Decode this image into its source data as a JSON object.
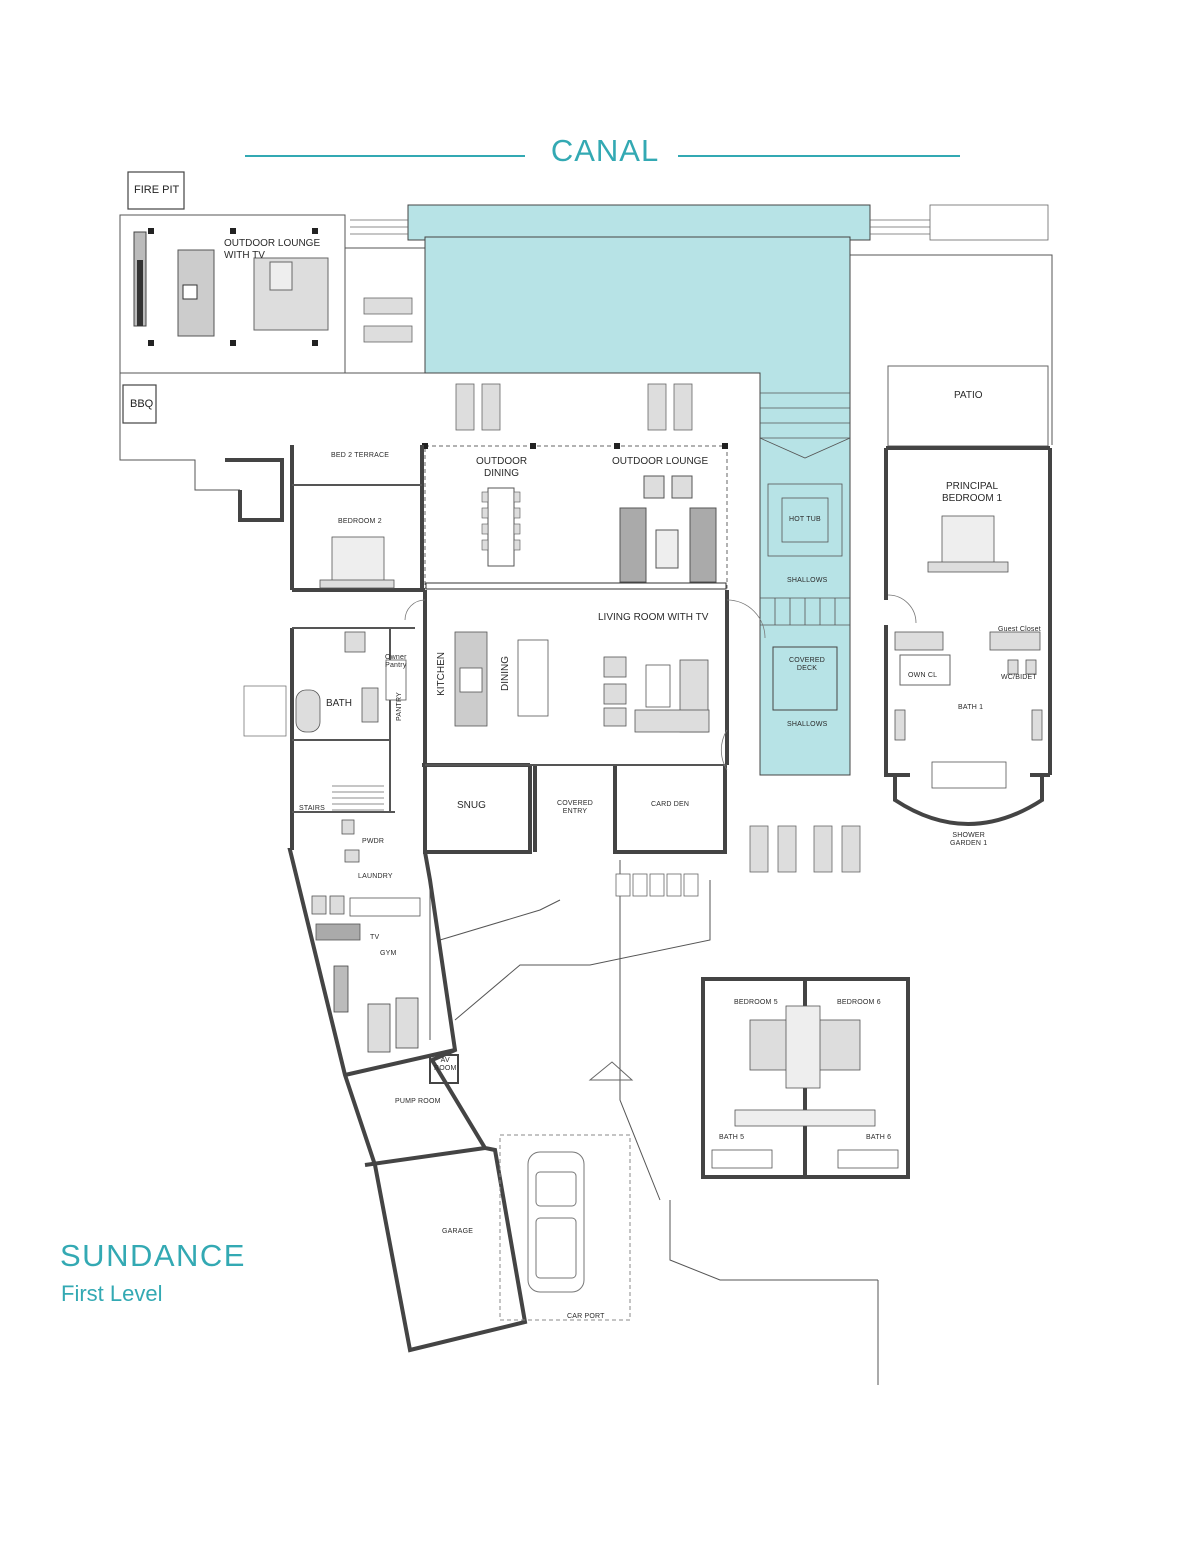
{
  "header": {
    "water_label": "CANAL"
  },
  "footer": {
    "title": "SUNDANCE",
    "subtitle": "First Level"
  },
  "colors": {
    "accent": "#33a9b3",
    "pool": "#b7e3e6",
    "wall": "#444444",
    "furniture": "#c8c8c8"
  },
  "rooms": {
    "fire_pit": "FIRE PIT",
    "bbq": "BBQ",
    "outdoor_lounge_tv": "OUTDOOR LOUNGE\nWITH TV",
    "patio": "PATIO",
    "bed2_terrace": "BED 2 TERRACE",
    "outdoor_dining": "OUTDOOR\nDINING",
    "outdoor_lounge": "OUTDOOR LOUNGE",
    "hot_tub": "HOT TUB",
    "shallows_1": "SHALLOWS",
    "principal_bedroom": "PRINCIPAL\nBEDROOM 1",
    "bedroom2": "BEDROOM 2",
    "living_room": "LIVING ROOM WITH TV",
    "covered_deck": "COVERED\nDECK",
    "shallows_2": "SHALLOWS",
    "guest_closet": "Guest Closet",
    "own_cl": "OWN CL",
    "wc_bidet": "WC/BIDET",
    "bath1": "BATH 1",
    "owner_pantry": "Owner\nPantry",
    "bath": "BATH",
    "pantry": "PANTRY",
    "kitchen": "KITCHEN",
    "dining": "DINING",
    "snug": "SNUG",
    "covered_entry": "COVERED\nENTRY",
    "card_den": "CARD DEN",
    "stairs": "STAIRS",
    "pwdr": "PWDR",
    "shower_garden": "SHOWER\nGARDEN 1",
    "laundry": "LAUNDRY",
    "tv": "TV",
    "gym": "GYM",
    "bedroom5": "BEDROOM 5",
    "bedroom6": "BEDROOM 6",
    "av_room": "AV\nROOM",
    "pump_room": "PUMP ROOM",
    "bath5": "BATH 5",
    "bath6": "BATH 6",
    "garage": "GARAGE",
    "car_port": "CAR PORT"
  }
}
